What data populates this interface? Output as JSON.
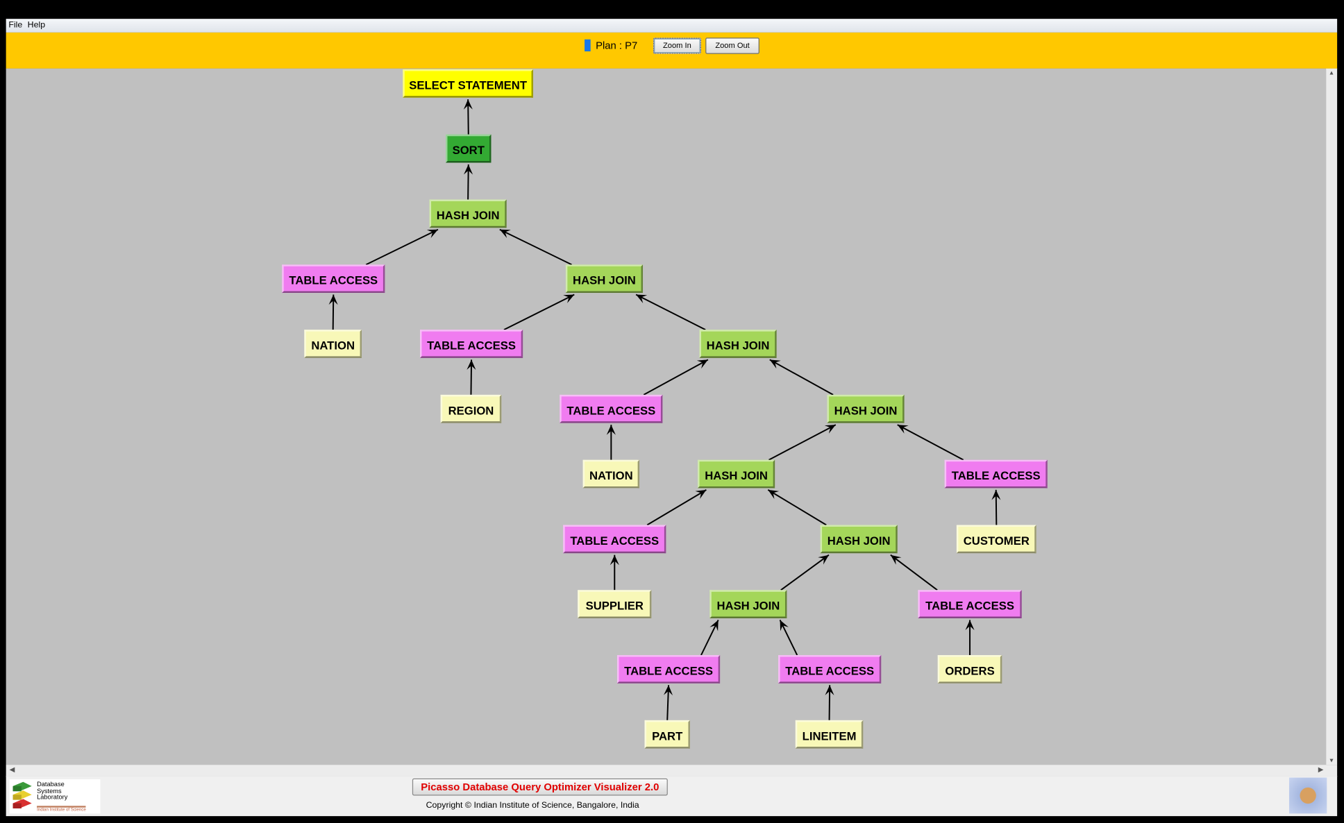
{
  "menu": {
    "items": [
      "File",
      "Help"
    ]
  },
  "toolbar": {
    "plan_label": "Plan : P7",
    "zoom_in": "Zoom In",
    "zoom_out": "Zoom Out",
    "plan_color": "#1878e8"
  },
  "plan_tree": {
    "nodes": [
      {
        "id": "n1",
        "label": "SELECT STATEMENT",
        "type": "select",
        "parent": null
      },
      {
        "id": "n2",
        "label": "SORT",
        "type": "sort",
        "parent": "n1"
      },
      {
        "id": "n3",
        "label": "HASH JOIN",
        "type": "join",
        "parent": "n2"
      },
      {
        "id": "n4",
        "label": "TABLE ACCESS",
        "type": "access",
        "parent": "n3"
      },
      {
        "id": "n5",
        "label": "NATION",
        "type": "rel",
        "parent": "n4"
      },
      {
        "id": "n6",
        "label": "HASH JOIN",
        "type": "join",
        "parent": "n3"
      },
      {
        "id": "n7",
        "label": "TABLE ACCESS",
        "type": "access",
        "parent": "n6"
      },
      {
        "id": "n8",
        "label": "REGION",
        "type": "rel",
        "parent": "n7"
      },
      {
        "id": "n9",
        "label": "HASH JOIN",
        "type": "join",
        "parent": "n6"
      },
      {
        "id": "n10",
        "label": "TABLE ACCESS",
        "type": "access",
        "parent": "n9"
      },
      {
        "id": "n11",
        "label": "NATION",
        "type": "rel",
        "parent": "n10"
      },
      {
        "id": "n12",
        "label": "HASH JOIN",
        "type": "join",
        "parent": "n9"
      },
      {
        "id": "n13",
        "label": "HASH JOIN",
        "type": "join",
        "parent": "n12"
      },
      {
        "id": "n14",
        "label": "TABLE ACCESS",
        "type": "access",
        "parent": "n12"
      },
      {
        "id": "n15",
        "label": "CUSTOMER",
        "type": "rel",
        "parent": "n14"
      },
      {
        "id": "n16",
        "label": "TABLE ACCESS",
        "type": "access",
        "parent": "n13"
      },
      {
        "id": "n17",
        "label": "SUPPLIER",
        "type": "rel",
        "parent": "n16"
      },
      {
        "id": "n18",
        "label": "HASH JOIN",
        "type": "join",
        "parent": "n13"
      },
      {
        "id": "n19",
        "label": "HASH JOIN",
        "type": "join",
        "parent": "n18"
      },
      {
        "id": "n20",
        "label": "TABLE ACCESS",
        "type": "access",
        "parent": "n18"
      },
      {
        "id": "n21",
        "label": "ORDERS",
        "type": "rel",
        "parent": "n20"
      },
      {
        "id": "n22",
        "label": "TABLE ACCESS",
        "type": "access",
        "parent": "n19"
      },
      {
        "id": "n23",
        "label": "PART",
        "type": "rel",
        "parent": "n22"
      },
      {
        "id": "n24",
        "label": "TABLE ACCESS",
        "type": "access",
        "parent": "n19"
      },
      {
        "id": "n25",
        "label": "LINEITEM",
        "type": "rel",
        "parent": "n24"
      }
    ]
  },
  "footer": {
    "title": "Picasso Database Query Optimizer Visualizer 2.0",
    "copyright": "Copyright © Indian Institute of Science, Bangalore, India",
    "logo_text": "Database Systems Laboratory",
    "logo_sub": "Indian Institute of Science"
  },
  "colors": {
    "toolbar": "#ffc800",
    "canvas": "#c0c0c0",
    "select": "#ffff00",
    "sort": "#33aa33",
    "join": "#a4d65a",
    "access": "#f07cf0",
    "relation": "#f8f8b8"
  }
}
